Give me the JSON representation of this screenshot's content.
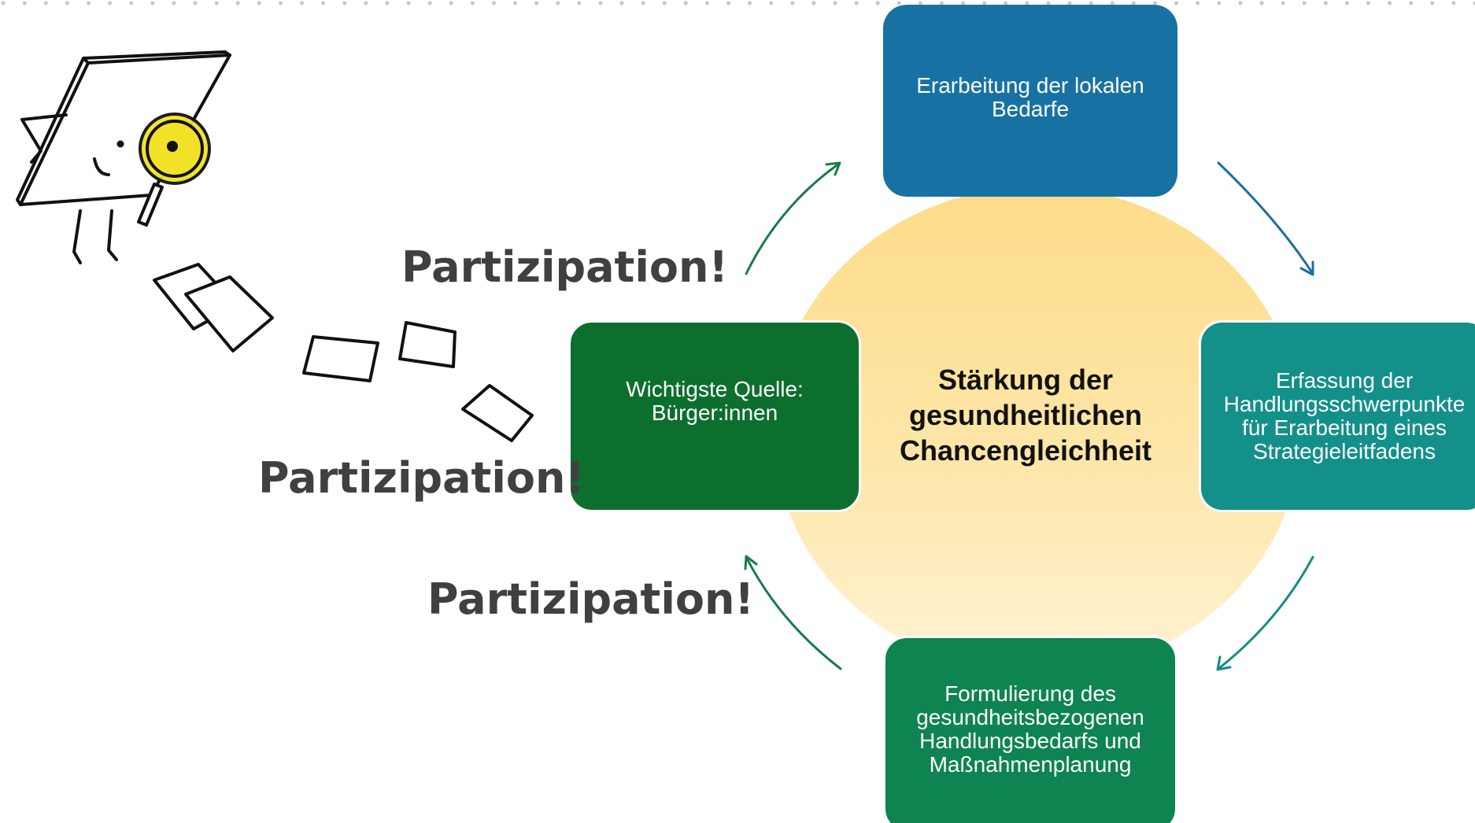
{
  "diagram": {
    "center_label": "Stärkung der gesundheitlichen Chancengleichheit",
    "steps": {
      "top": "Erarbeitung der lokalen Bedarfe",
      "right": "Erfassung der Handlungsschwerpunkte für Erarbeitung eines Strategieleitfadens",
      "bottom": "Formulierung des gesundheitsbezogenen Handlungsbedarfs und Maßnahmenplanung",
      "left": "Wichtigste Quelle: Bürger:innen"
    },
    "callouts": [
      "Partizipation!",
      "Partizipation!",
      "Partizipation!"
    ],
    "colors": {
      "top_box": "#1772a3",
      "right_box": "#13908a",
      "bottom_box": "#0e8450",
      "left_box": "#0c6f2e",
      "circle": "#fddc8a",
      "arrow_green": "#1a7a4a",
      "arrow_blue": "#1c6f9a",
      "arrow_teal": "#168c86",
      "magnifier": "#f2e227"
    },
    "illustration": {
      "character": "document-character-with-magnifying-glass",
      "papers": [
        "paper-sheet",
        "paper-sheet",
        "paper-sheet",
        "paper-sheet",
        "paper-sheet"
      ]
    }
  }
}
